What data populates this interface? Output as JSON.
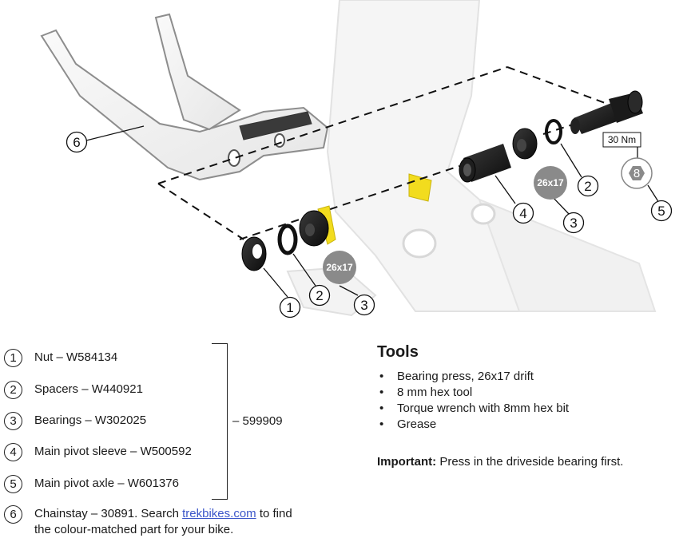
{
  "diagram": {
    "callouts": [
      {
        "number": "6"
      },
      {
        "number": "1"
      },
      {
        "number": "2"
      },
      {
        "number": "3"
      },
      {
        "number": "4"
      },
      {
        "number": "3"
      },
      {
        "number": "2"
      },
      {
        "number": "5"
      }
    ],
    "drift_badges": [
      "26x17",
      "26x17"
    ],
    "torque_label": "30 Nm",
    "hex_size": "8",
    "colors": {
      "bearing_highlight": "#f2dc1e",
      "parts": "#1b1b1b",
      "frame": "#f4f4f4"
    }
  },
  "parts": [
    {
      "number": "1",
      "label": "Nut – W584134"
    },
    {
      "number": "2",
      "label": "Spacers – W440921"
    },
    {
      "number": "3",
      "label": "Bearings – W302025"
    },
    {
      "number": "4",
      "label": "Main pivot sleeve – W500592"
    },
    {
      "number": "5",
      "label": "Main pivot axle – W601376"
    }
  ],
  "chainstay": {
    "number": "6",
    "text_before": "Chainstay – 30891. Search ",
    "link": "trekbikes.com",
    "text_after": " to find",
    "line2": "the colour-matched part for your bike."
  },
  "kit_number": "– 599909",
  "tools": {
    "title": "Tools",
    "items": [
      "Bearing press, 26x17 drift",
      "8 mm hex tool",
      "Torque wrench with 8mm hex bit",
      "Grease"
    ]
  },
  "important": {
    "label": "Important:",
    "text": " Press in the driveside bearing first."
  }
}
